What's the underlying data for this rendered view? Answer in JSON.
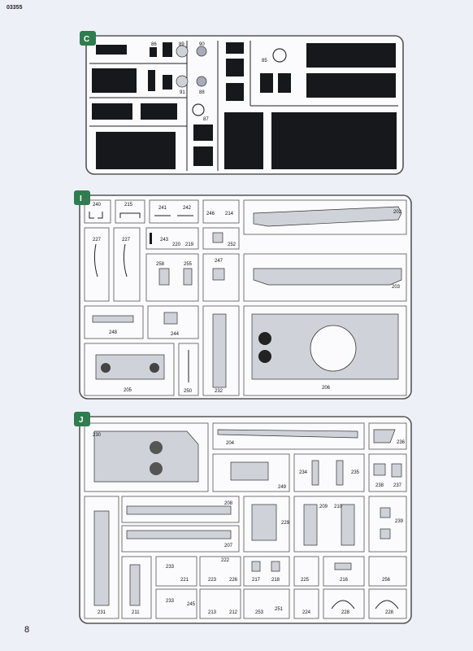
{
  "page": {
    "code": "03355",
    "number": "8"
  },
  "sprues": {
    "C": {
      "badge": "C",
      "labels": [
        "86",
        "89",
        "90",
        "85",
        "91",
        "88",
        "87"
      ]
    },
    "I": {
      "badge": "I",
      "labels": [
        "240",
        "215",
        "241",
        "242",
        "246",
        "214",
        "202",
        "227",
        "227",
        "243",
        "220",
        "219",
        "252",
        "247",
        "258",
        "255",
        "203",
        "248",
        "244",
        "205",
        "250",
        "232",
        "206"
      ]
    },
    "J": {
      "badge": "J",
      "labels": [
        "230",
        "204",
        "236",
        "234",
        "235",
        "249",
        "238",
        "237",
        "208",
        "229",
        "209",
        "210",
        "239",
        "207",
        "222",
        "233",
        "221",
        "223",
        "226",
        "217",
        "218",
        "225",
        "216",
        "256",
        "233",
        "245",
        "213",
        "212",
        "253",
        "251",
        "224",
        "228",
        "228",
        "231",
        "211"
      ]
    }
  },
  "colors": {
    "badge": "#2e7d4f",
    "frame": "#555555",
    "block": "#17181c",
    "page": "#eef0f7"
  }
}
